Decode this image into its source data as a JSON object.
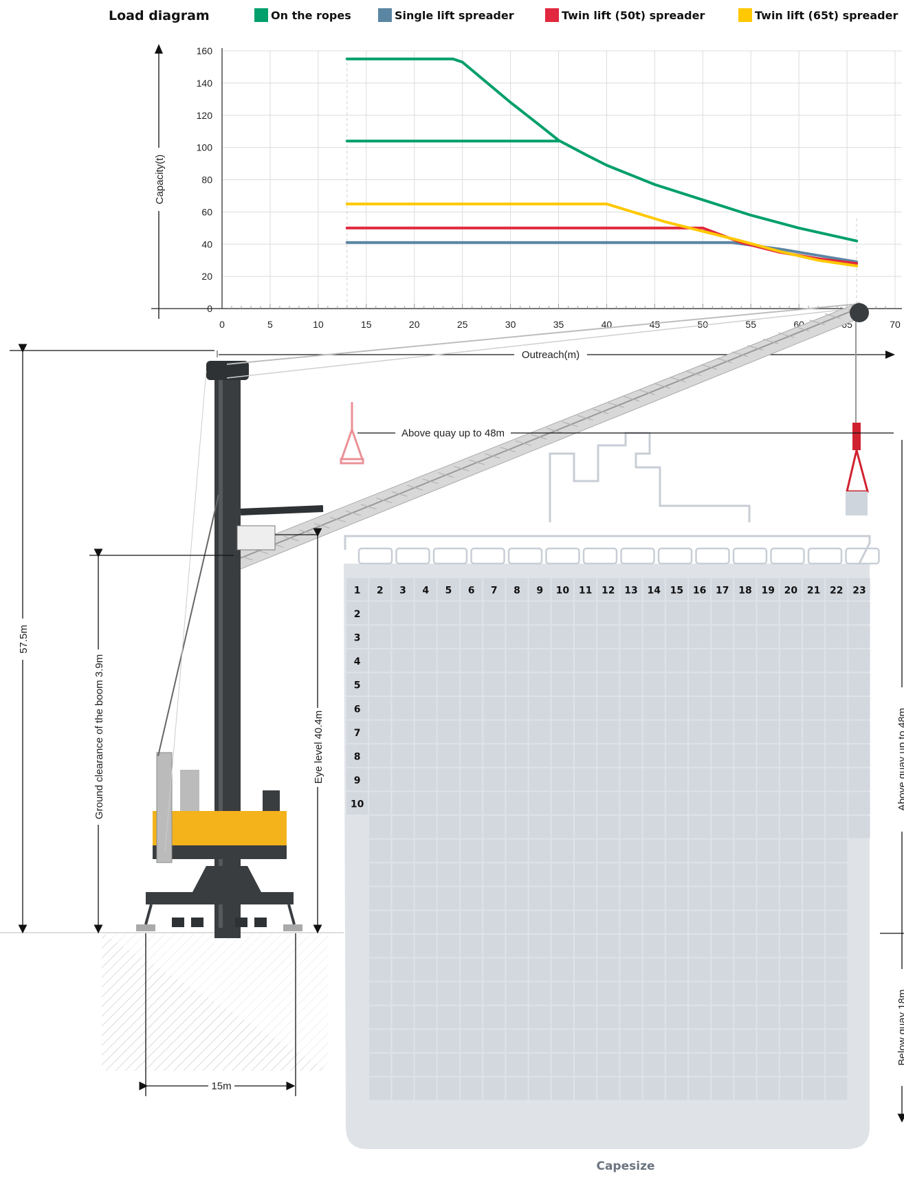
{
  "legend": {
    "title": "Load diagram",
    "items": [
      {
        "label": "On the ropes",
        "color": "#009f6b"
      },
      {
        "label": "Single lift spreader",
        "color": "#5b86a3"
      },
      {
        "label": "Twin lift (50t) spreader",
        "color": "#e1283e"
      },
      {
        "label": "Twin lift (65t) spreader",
        "color": "#ffc800"
      }
    ]
  },
  "chart_data": {
    "type": "line",
    "xlabel": "Outreach(m)",
    "ylabel": "Capacity(t)",
    "xlim": [
      0,
      70
    ],
    "ylim": [
      0,
      160
    ],
    "x_ticks": [
      "0",
      "5",
      "10",
      "15",
      "20",
      "25",
      "30",
      "35",
      "40",
      "45",
      "50",
      "55",
      "60",
      "65",
      "70"
    ],
    "y_ticks": [
      "0",
      "20",
      "40",
      "60",
      "80",
      "100",
      "120",
      "140",
      "160"
    ],
    "grid": true,
    "series": [
      {
        "name": "On the ropes",
        "color": "#009f6b",
        "points": [
          [
            13,
            155
          ],
          [
            24,
            155
          ],
          [
            25,
            153
          ],
          [
            27,
            143
          ],
          [
            30,
            128
          ],
          [
            33,
            114
          ],
          [
            35,
            104.5
          ],
          [
            38,
            95
          ],
          [
            40,
            89
          ],
          [
            45,
            77
          ],
          [
            50,
            67.5
          ],
          [
            55,
            58
          ],
          [
            60,
            50
          ],
          [
            66,
            42
          ]
        ]
      },
      {
        "name": "On the ropes",
        "color": "#009f6b",
        "points": [
          [
            13,
            104
          ],
          [
            35,
            104
          ]
        ]
      },
      {
        "name": "Single lift spreader",
        "color": "#5b86a3",
        "points": [
          [
            13,
            41
          ],
          [
            53,
            41
          ],
          [
            58,
            37
          ],
          [
            62,
            33
          ],
          [
            66,
            29
          ]
        ]
      },
      {
        "name": "Twin lift (50t) spreader",
        "color": "#e1283e",
        "points": [
          [
            13,
            50
          ],
          [
            50,
            50
          ],
          [
            54,
            41
          ],
          [
            58,
            35
          ],
          [
            62,
            31
          ],
          [
            66,
            28
          ]
        ]
      },
      {
        "name": "Twin lift (65t) spreader",
        "color": "#ffc800",
        "points": [
          [
            13,
            65
          ],
          [
            40,
            65
          ],
          [
            46,
            54
          ],
          [
            50,
            48
          ],
          [
            54,
            42
          ],
          [
            58,
            35.5
          ],
          [
            62,
            30
          ],
          [
            66,
            26.5
          ]
        ]
      }
    ]
  },
  "annotations": {
    "height_total": "57.5m",
    "ground_clearance": "Ground clearance of the boom 3.9m",
    "eye_level": "Eye level 40.4m",
    "above_quay": "Above quay up to 48m",
    "base_width": "15m",
    "right_above": "Above quay up to 48m",
    "right_below": "Below quay 18m"
  },
  "ship": {
    "name": "Capesize",
    "columns": [
      "1",
      "2",
      "3",
      "4",
      "5",
      "6",
      "7",
      "8",
      "9",
      "10",
      "11",
      "12",
      "13",
      "14",
      "15",
      "16",
      "17",
      "18",
      "19",
      "20",
      "21",
      "22",
      "23"
    ],
    "rows": [
      "2",
      "3",
      "4",
      "5",
      "6",
      "7",
      "8",
      "9",
      "10"
    ]
  },
  "colors": {
    "grid_cell": "#d3d8df",
    "ship": "#dfe3e8",
    "crane_dark": "#3a3d40",
    "crane_yellow": "#f4b21b",
    "boom": "#c9c9c9"
  }
}
